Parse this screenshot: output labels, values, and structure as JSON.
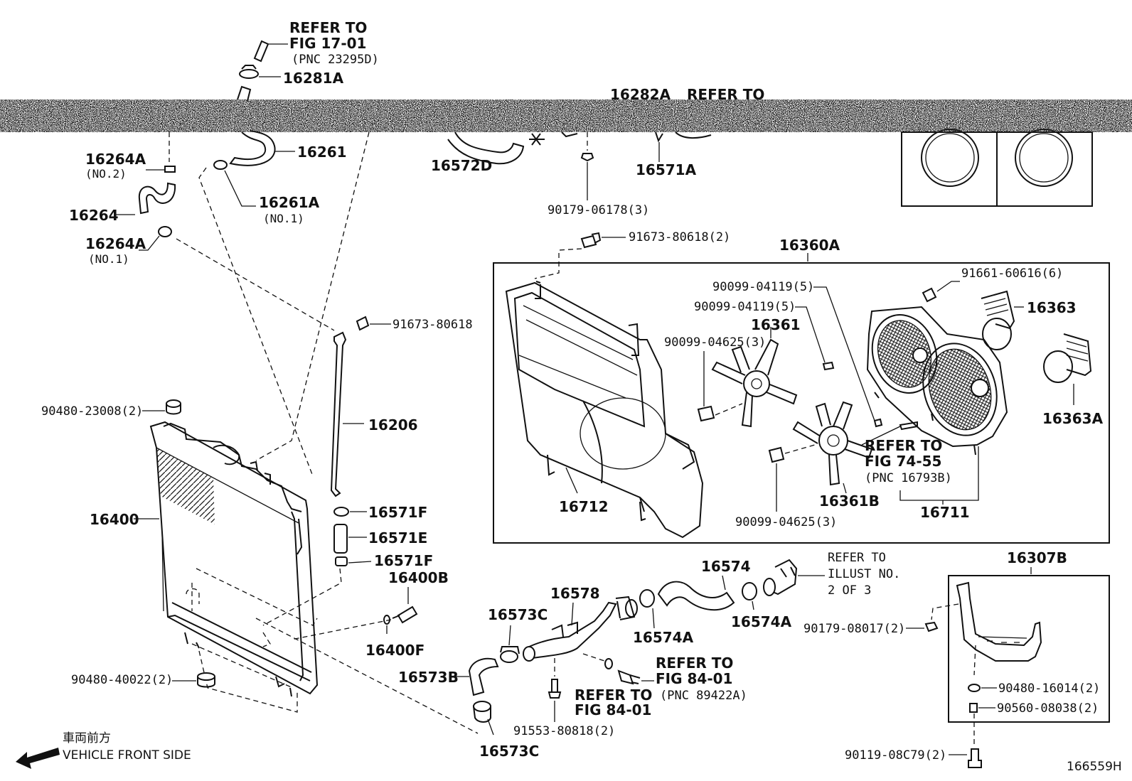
{
  "labels": {
    "refer_fig17_line1": "REFER TO",
    "refer_fig17_line2": "FIG 17-01",
    "refer_fig17_line3": "(PNC 23295D)",
    "p16281A": "16281A",
    "p16282A": "16282A",
    "refer_16282A": "REFER TO",
    "p16264A_no2": "16264A",
    "no2": "(NO.2)",
    "p16264": "16264",
    "p16264A_no1": "16264A",
    "no1_a": "(NO.1)",
    "p16261": "16261",
    "p16261A": "16261A",
    "no1_b": "(NO.1)",
    "p16572D": "16572D",
    "p90179_06178": "90179-06178(3)",
    "p16571A": "16571A",
    "p91673_80618_2": "91673-80618(2)",
    "p16360A": "16360A",
    "p91673_80618": "91673-80618",
    "p90099_04119_a": "90099-04119(5)",
    "p90099_04119_b": "90099-04119(5)",
    "p91661_60616": "91661-60616(6)",
    "p16363": "16363",
    "p90099_04625_a": "90099-04625(3)",
    "p16361": "16361",
    "p16363A": "16363A",
    "p90480_23008": "90480-23008(2)",
    "p16206": "16206",
    "refer_fig74_line1": "REFER TO",
    "refer_fig74_line2": "FIG 74-55",
    "refer_fig74_line3": "(PNC 16793B)",
    "p16400": "16400",
    "p16712": "16712",
    "p16361B": "16361B",
    "p16711": "16711",
    "p90099_04625_b": "90099-04625(3)",
    "p16571F_a": "16571F",
    "p16571E": "16571E",
    "p16571F_b": "16571F",
    "p16400B": "16400B",
    "p16574": "16574",
    "refer_illust_line1": "REFER TO",
    "refer_illust_line2": "ILLUST NO.",
    "refer_illust_line3": "2 OF 3",
    "p16307B": "16307B",
    "p16578": "16578",
    "p16573C_a": "16573C",
    "p16574A_a": "16574A",
    "p16574A_b": "16574A",
    "p90179_08017": "90179-08017(2)",
    "p16400F": "16400F",
    "refer_fig84a_line1": "REFER TO",
    "refer_fig84a_line2": "FIG 84-01",
    "refer_fig84a_line3": "(PNC 89422A)",
    "p16573B": "16573B",
    "p90480_40022": "90480-40022(2)",
    "refer_fig84b_line1": "REFER TO",
    "refer_fig84b_line2": "FIG 84-01",
    "p90480_16014": "90480-16014(2)",
    "p90560_08038": "90560-08038(2)",
    "p91553_80818": "91553-80818(2)",
    "p16573C_b": "16573C",
    "p90119_08C79": "90119-08C79(2)",
    "front_jp": "車両前方",
    "front_en": "VEHICLE FRONT SIDE",
    "diagram_id": "166559H"
  }
}
